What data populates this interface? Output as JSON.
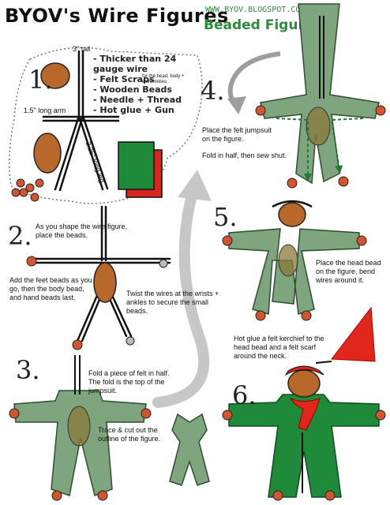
{
  "header": {
    "title": "BYOV's Wire Figures",
    "url": "WWW.BYOV.BLOGSPOT.COM",
    "subtitle": "Beaded Figure"
  },
  "step1": {
    "number": "1.",
    "height_label": "3\" tall",
    "arm_label": "1.5\" long arm",
    "leg_label": "2.25\" long leg",
    "supplies": [
      "- Thicker than 24 gauge wire",
      "- Felt Scraps",
      "- Wooden Beads",
      "- Needle + Thread",
      "- Hot glue + Gun"
    ],
    "beads_note": "for the head, body + extremeties"
  },
  "step2": {
    "number": "2.",
    "text_shape": "As you shape the wire figure, place the beads.",
    "text_feet": "Add the feet beads as you go, then the body bead, and hand beads last.",
    "text_twist": "Twist the wires at the wrists + ankles to secure the small beads."
  },
  "step3": {
    "number": "3.",
    "text_fold": "Fold a piece of felt in half. The fold is the top of the jumpsuit.",
    "text_trace": "Trace & cut out the outline of the figure."
  },
  "step4": {
    "number": "4.",
    "text_place": "Place the felt jumpsuit on the figure.",
    "text_sew": "Fold in half, then sew shut."
  },
  "step5": {
    "number": "5.",
    "text_head": "Place the head bead on the figure, bend wires around it.",
    "text_glue": "Hot glue a felt kerchief to the head bead and a felt scarf around the neck."
  },
  "step6": {
    "number": "6."
  },
  "colors": {
    "felt_green": "#7fa57f",
    "felt_dark_green": "#1f8a3a",
    "felt_red": "#d9251d",
    "bead_brown": "#b8682a",
    "bead_red": "#d4542e",
    "arrow_gray": "#bdbdbd"
  }
}
